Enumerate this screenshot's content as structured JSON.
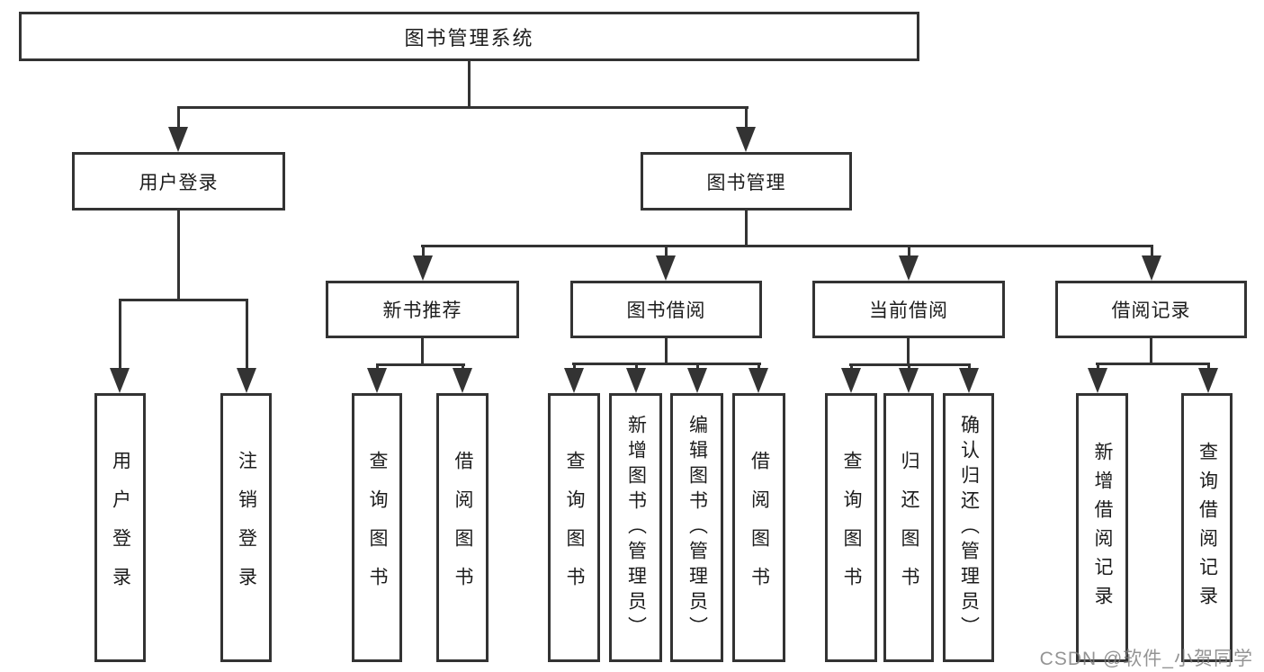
{
  "root": {
    "label": "图书管理系统"
  },
  "branches": {
    "user_login": {
      "label": "用户登录",
      "leaves": [
        "用户登录",
        "注销登录"
      ]
    },
    "book_mgmt": {
      "label": "图书管理"
    },
    "new_books": {
      "label": "新书推荐",
      "leaves": [
        "查询图书",
        "借阅图书"
      ]
    },
    "book_borrow": {
      "label": "图书借阅",
      "leaves": [
        "查询图书",
        "新增图书（管理员）",
        "编辑图书（管理员）",
        "借阅图书"
      ]
    },
    "current_borrow": {
      "label": "当前借阅",
      "leaves": [
        "查询图书",
        "归还图书",
        "确认归还（管理员）"
      ]
    },
    "borrow_records": {
      "label": "借阅记录",
      "leaves": [
        "新增借阅记录",
        "查询借阅记录"
      ]
    }
  },
  "watermark": {
    "text": "CSDN @软件_小贺同学"
  },
  "colors": {
    "line": "#333333",
    "box_border": "#333333",
    "box_background": "#ffffff",
    "text": "#1c1c1c",
    "watermark": "#7d7d7d"
  }
}
